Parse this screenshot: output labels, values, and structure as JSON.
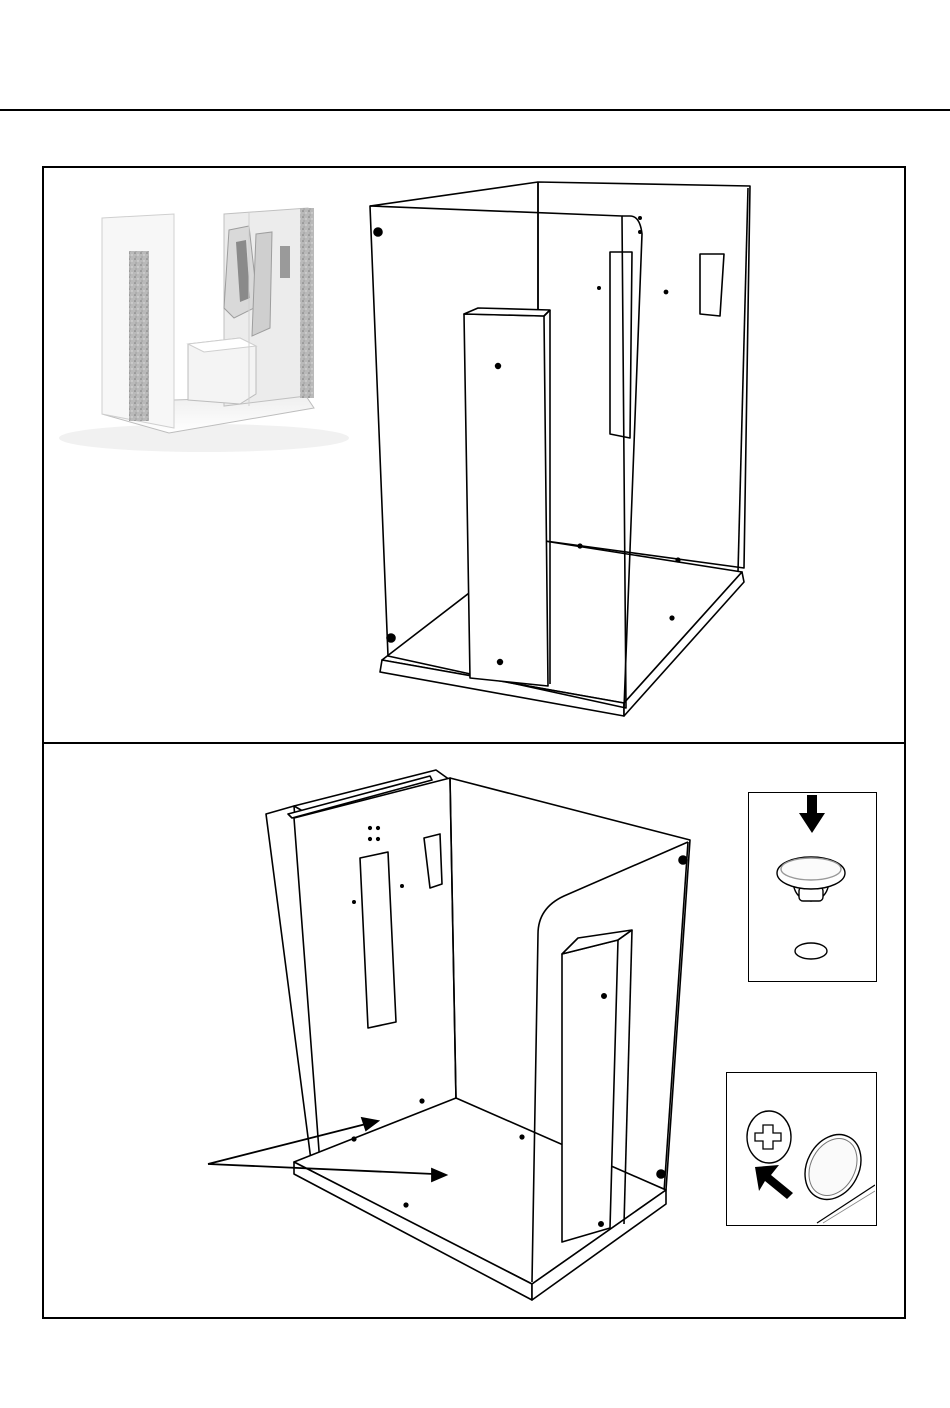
{
  "document": {
    "type": "assembly-instructions-page",
    "text_content": []
  },
  "panels": [
    {
      "id": "step-top",
      "figures": [
        "photo-render-cabinet",
        "line-drawing-cabinet-front-view"
      ]
    },
    {
      "id": "step-bottom",
      "figures": [
        "line-drawing-cabinet-rear-view",
        "detail-plug-insert",
        "detail-screw-cover-cap"
      ],
      "callouts": [
        "arrow-to-floor-hole-left",
        "arrow-to-floor-hole-center"
      ]
    }
  ],
  "colors": {
    "line": "#000000",
    "background": "#ffffff",
    "render_light": "#f2f2f2",
    "render_mid": "#c8c8c8",
    "render_dark": "#8a8a8a"
  }
}
